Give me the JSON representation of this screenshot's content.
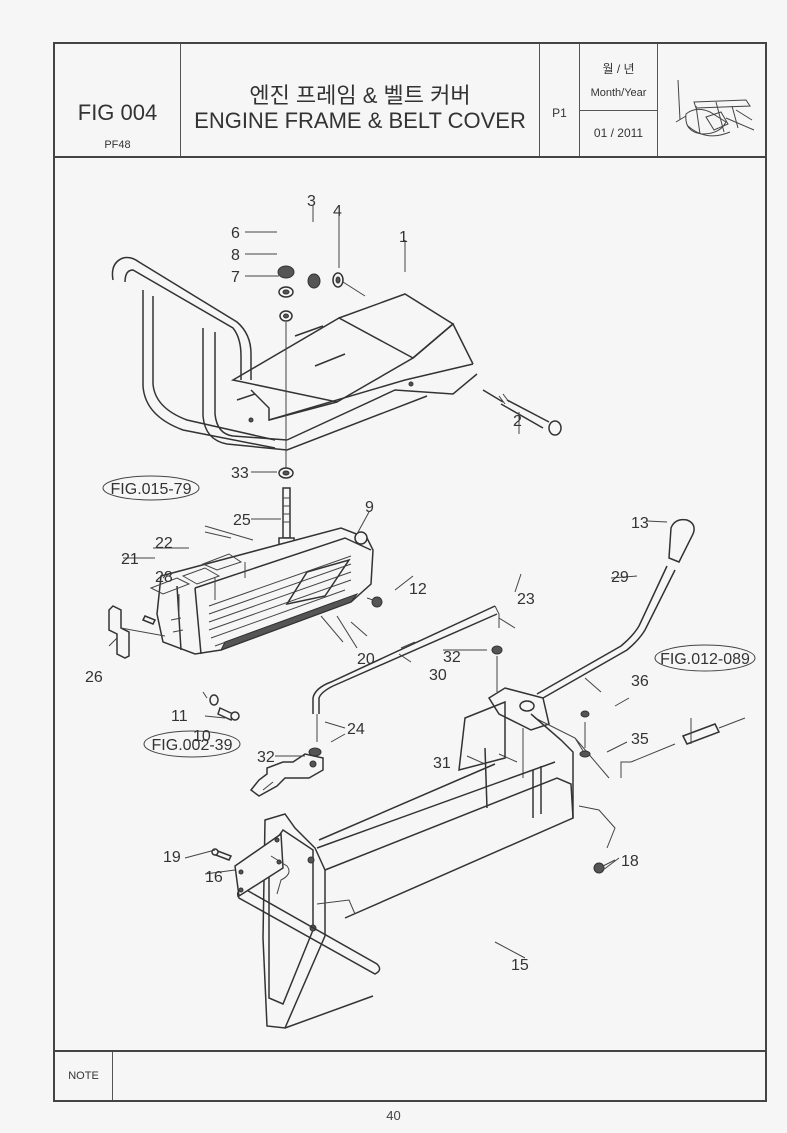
{
  "header": {
    "fig_number": "FIG 004",
    "model_code": "PF48",
    "title_korean": "엔진 프레임 & 벨트 커버",
    "title_english": "ENGINE FRAME & BELT COVER",
    "page_ref": "P1",
    "month_year_label_korean": "월 / 년",
    "month_year_label_english": "Month/Year",
    "date": "01 / 2011",
    "thumbnail_icon": "machine-thumbnail"
  },
  "diagram": {
    "part_callouts": [
      "1",
      "2",
      "3",
      "4",
      "6",
      "7",
      "8",
      "9",
      "10",
      "11",
      "12",
      "13",
      "15",
      "16",
      "18",
      "19",
      "20",
      "21",
      "22",
      "23",
      "24",
      "25",
      "26",
      "28",
      "29",
      "30",
      "31",
      "32",
      "32",
      "33",
      "35",
      "36"
    ],
    "figure_references": [
      "FIG.015-79",
      "FIG.012-089",
      "FIG.002-39"
    ],
    "labels": {
      "p1": "1",
      "p2": "2",
      "p3": "3",
      "p4": "4",
      "p6": "6",
      "p7": "7",
      "p8": "8",
      "p9": "9",
      "p10": "10",
      "p11": "11",
      "p12": "12",
      "p13": "13",
      "p15": "15",
      "p16": "16",
      "p18": "18",
      "p19": "19",
      "p20": "20",
      "p21": "21",
      "p22": "22",
      "p23": "23",
      "p24": "24",
      "p25": "25",
      "p26": "26",
      "p28": "28",
      "p29": "29",
      "p30": "30",
      "p31": "31",
      "p32a": "32",
      "p32b": "32",
      "p33": "33",
      "p35": "35",
      "p36": "36",
      "ref_015": "FIG.015-79",
      "ref_012": "FIG.012-089",
      "ref_002": "FIG.002-39"
    }
  },
  "footer": {
    "note_label": "NOTE",
    "note_text": "",
    "page_number": "40"
  }
}
